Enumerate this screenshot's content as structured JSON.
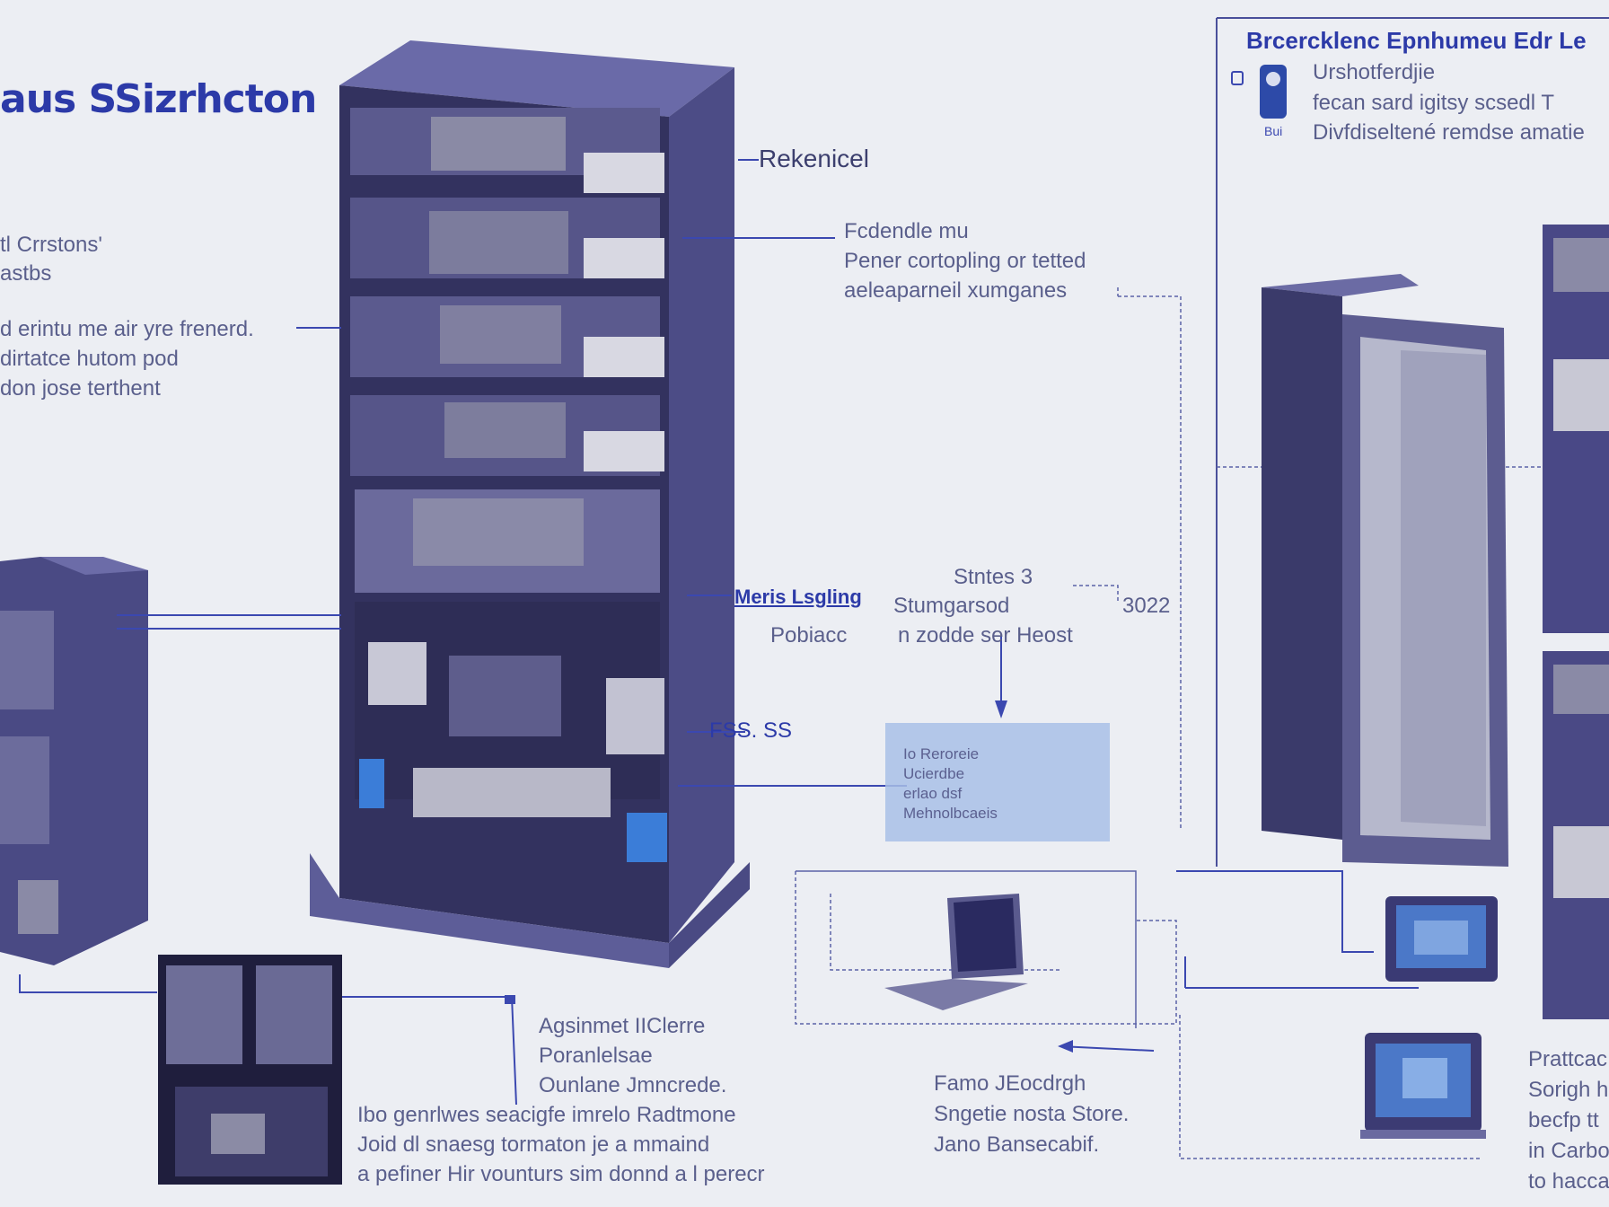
{
  "title": "aus SSizrhcton",
  "top_right_box": {
    "header": "Brcercklenc Epnhumeu Edr Le",
    "lines": [
      "Urshotferdjie",
      "fecan sard igitsy scsedl T",
      "Divfdiseltené remdse amatie"
    ],
    "icon_label": "Bui"
  },
  "labels": {
    "rekenicel": "Rekenicel",
    "mid_block": [
      "Fcdendle mu",
      "Pener cortopling or tetted",
      "aeleaparneil xumganes"
    ],
    "left_block1": [
      "tl Crrstons'",
      "astbs"
    ],
    "left_block2": [
      "d erintu me air yre frenerd.",
      "dirtatce hutom pod",
      "don jose terthent"
    ],
    "meris": "Meris Lsgling",
    "stmtes": "Stntes 3",
    "stumgarsod": "Stumgarsod",
    "code_3022": "3022",
    "pobiacc": "Pobiacc",
    "zodde": "n zodde ser Heost",
    "fss": "FSS. SS",
    "small_box": [
      "Io Reroreie",
      "Ucierdbe",
      "erlao dsf",
      "Mehnolbcaeis"
    ],
    "bottom_center": [
      "Agsinmet IIClerre",
      "Poranlelsae",
      "Ounlane Jmncrede."
    ],
    "bottom_long": [
      "Ibo genrlwes seacigfe imrelo Radtmone",
      "Joid dl snaesg tormaton je a mmaind",
      "a pefiner Hir vounturs sim donnd a l perecr"
    ],
    "bottom_mid": [
      "Famo JEocdrgh",
      "Sngetie nosta Store.",
      "Jano Bansecabif."
    ],
    "bottom_right": [
      "Prattcac",
      "Sorigh h",
      "becfp tt",
      "in Carbo",
      "to hacca"
    ]
  },
  "icon_names": [
    "server-rack-icon",
    "cabinet-icon",
    "laptop-icon",
    "monitor-icon",
    "camera-icon"
  ]
}
